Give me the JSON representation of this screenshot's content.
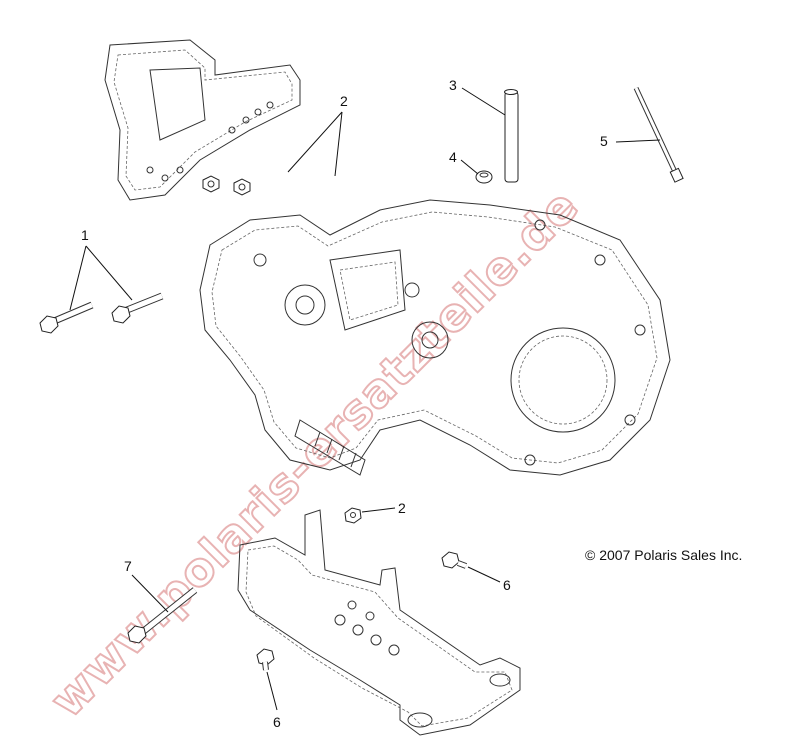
{
  "watermark": "www.polaris-ersatzteile.de",
  "copyright": "© 2007 Polaris Sales Inc.",
  "callouts": {
    "c1": "1",
    "c2_top": "2",
    "c2_mid": "2",
    "c3": "3",
    "c4": "4",
    "c5": "5",
    "c6_right": "6",
    "c6_bottom": "6",
    "c7": "7"
  }
}
